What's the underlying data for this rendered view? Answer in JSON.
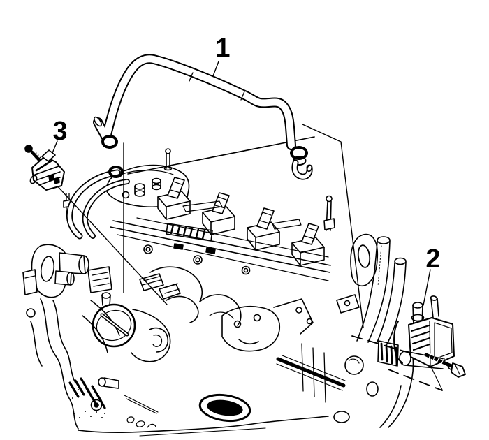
{
  "diagram": {
    "background_color": "#ffffff",
    "line_color": "#000000",
    "callouts": [
      {
        "label": "1"
      },
      {
        "label": "2"
      },
      {
        "label": "3"
      }
    ]
  }
}
